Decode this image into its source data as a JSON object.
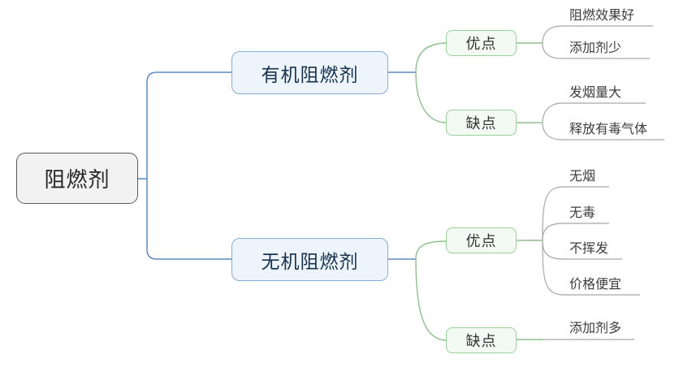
{
  "diagram": {
    "title": "阻燃剂 mind map",
    "root": {
      "label": "阻燃剂"
    },
    "branches": [
      {
        "label": "有机阻燃剂",
        "children": [
          {
            "label": "优点",
            "leaves": [
              "阻燃效果好",
              "添加剂少"
            ]
          },
          {
            "label": "缺点",
            "leaves": [
              "发烟量大",
              "释放有毒气体"
            ]
          }
        ]
      },
      {
        "label": "无机阻燃剂",
        "children": [
          {
            "label": "优点",
            "leaves": [
              "无烟",
              "无毒",
              "不挥发",
              "价格便宜"
            ]
          },
          {
            "label": "缺点",
            "leaves": [
              "添加剂多"
            ]
          }
        ]
      }
    ],
    "colors": {
      "root_fill": "#f2f2f2",
      "root_border": "#595959",
      "branch_fill": "#edf4fb",
      "branch_border": "#8cadd3",
      "branch_text": "#17324f",
      "sub_fill": "#f3faf3",
      "sub_border": "#9bcf9b",
      "line_blue": "#5b8abf",
      "line_green": "#8fbf8f",
      "line_gray": "#a8a8a8",
      "leaf_text": "#3d3d3d"
    }
  }
}
